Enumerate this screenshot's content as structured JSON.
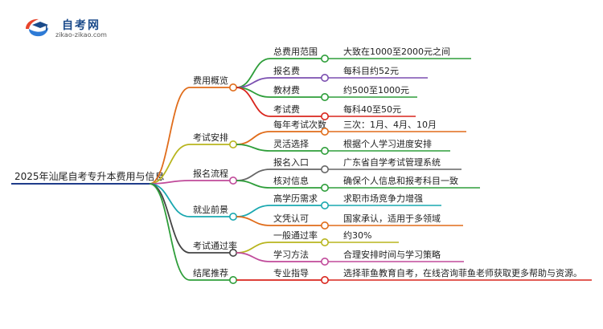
{
  "logo": {
    "title": "自考网",
    "url": "zikao-zikao.com"
  },
  "root": {
    "label": "2025年汕尾自考专升本费用与信息",
    "color": "#1f3c8a"
  },
  "branches": [
    {
      "label": "费用概览",
      "color": "#e06c1a",
      "items": [
        {
          "label": "总费用范围",
          "value": "大致在1000至2000元之间",
          "color": "#2e9e3a"
        },
        {
          "label": "报名费",
          "value": "每科目约52元",
          "color": "#7b4fb0"
        },
        {
          "label": "教材费",
          "value": "约500至1000元",
          "color": "#2e9e3a"
        },
        {
          "label": "考试费",
          "value": "每科40至50元",
          "color": "#d9251d"
        }
      ]
    },
    {
      "label": "考试安排",
      "color": "#b8b51e",
      "items": [
        {
          "label": "每年考试次数",
          "value": "三次：1月、4月、10月",
          "color": "#e06c1a"
        },
        {
          "label": "灵活选择",
          "value": "根据个人学习进度安排",
          "color": "#2e9e3a"
        }
      ]
    },
    {
      "label": "报名流程",
      "color": "#c04a9a",
      "items": [
        {
          "label": "报名入口",
          "value": "广东省自学考试管理系统",
          "color": "#666666"
        },
        {
          "label": "核对信息",
          "value": "确保个人信息和报考科目一致",
          "color": "#2e9e3a"
        }
      ]
    },
    {
      "label": "就业前景",
      "color": "#1aa8b0",
      "items": [
        {
          "label": "高学历需求",
          "value": "求职市场竞争力增强",
          "color": "#1aa8b0"
        },
        {
          "label": "文凭认可",
          "value": "国家承认，适用于多领域",
          "color": "#e06c1a"
        }
      ]
    },
    {
      "label": "考试通过率",
      "color": "#444444",
      "items": [
        {
          "label": "一般通过率",
          "value": "约30%",
          "color": "#b8b51e"
        },
        {
          "label": "学习方法",
          "value": "合理安排时间与学习策略",
          "color": "#c04a9a"
        }
      ]
    },
    {
      "label": "结尾推荐",
      "color": "#2e9e3a",
      "items": [
        {
          "label": "专业指导",
          "value": "选择菲鱼教育自考，在线咨询菲鱼老师获取更多帮助与资源。",
          "color": "#d9251d"
        }
      ]
    }
  ]
}
